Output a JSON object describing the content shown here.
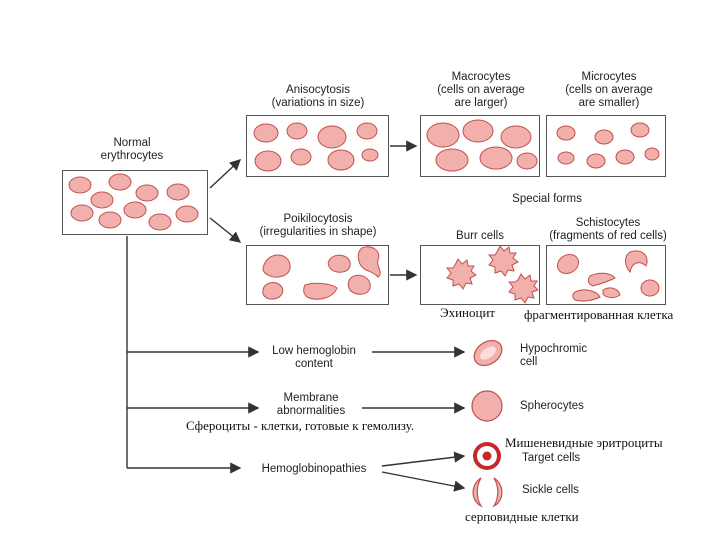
{
  "normal": {
    "title": "Normal\nerythrocytes"
  },
  "anisocytosis": {
    "title": "Anisocytosis\n(variations in size)"
  },
  "macrocytes": {
    "title": "Macrocytes\n(cells on average\nare larger)"
  },
  "microcytes": {
    "title": "Microcytes\n(cells on average\nare smaller)"
  },
  "special_forms": "Special forms",
  "poikilocytosis": {
    "title": "Poikilocytosis\n(irregularities in shape)"
  },
  "burr_cells": "Burr cells",
  "schistocytes": "Schistocytes\n(fragments of red cells)",
  "ru_echinocyte": "Эхиноцит",
  "ru_fragmented": "фрагментированная клетка",
  "low_hemoglobin": "Low hemoglobin\ncontent",
  "hypochromic": "Hypochromic\ncell",
  "membrane": "Membrane\nabnormalities",
  "spherocytes": "Spherocytes",
  "ru_spherocytes": "Сфероциты - клетки, готовые к гемолизу.",
  "hemoglobinopathies": "Hemoglobinopathies",
  "ru_target": "Мишеневидные эритроциты",
  "target_cells": "Target cells",
  "sickle_cells": "Sickle cells",
  "ru_sickle": "серповидные клетки",
  "colors": {
    "cell_fill": "#f2b0ad",
    "cell_stroke": "#c0504d",
    "target_ring": "#c62828",
    "line": "#333333"
  }
}
